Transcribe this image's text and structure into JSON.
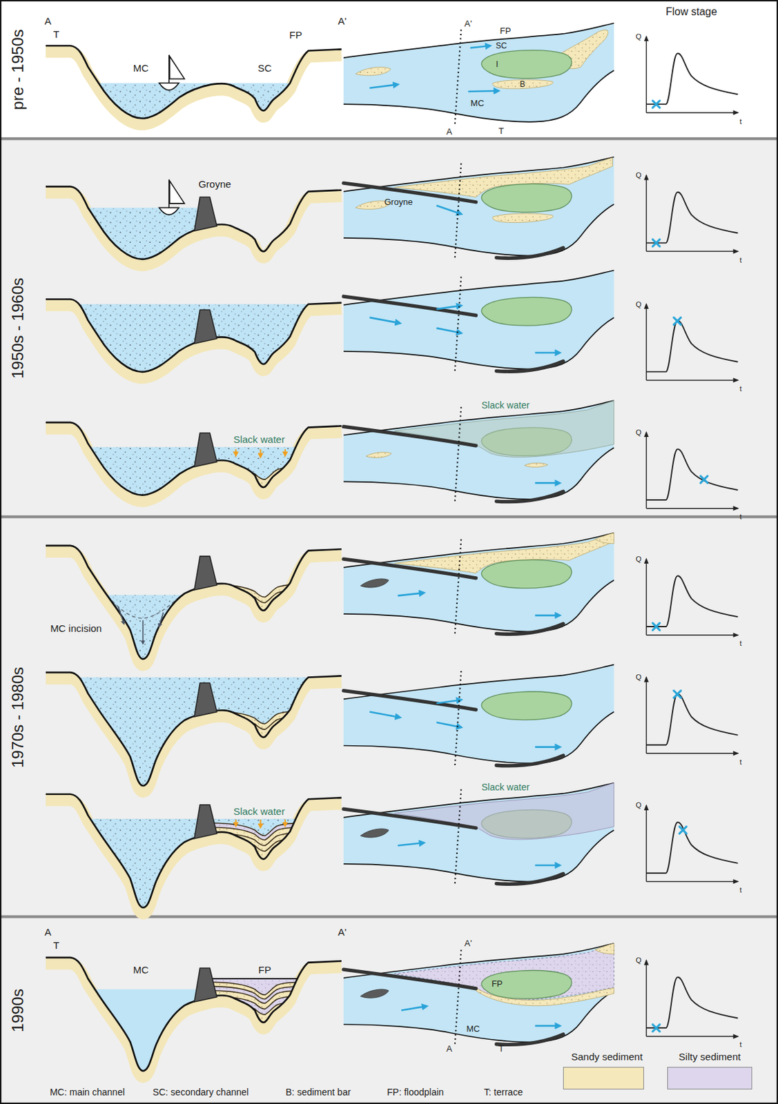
{
  "diagram": {
    "nodes": [
      {
        "text": [
          "pre - 1950s"
        ]
      },
      {
        "text": [
          "1950s - 1960s"
        ]
      },
      {
        "text": [
          "1970s - 1980s"
        ]
      },
      {
        "text": [
          "1990s"
        ]
      }
    ],
    "labels": [
      "A",
      "T",
      "A'",
      "Flow stage",
      "MC",
      "SC",
      "FP",
      "A'",
      "FP",
      "SC",
      "I",
      "MC",
      "B",
      "T",
      "A",
      "Groyne",
      "Groyne",
      "Slack water",
      "Slack water",
      "MC incision",
      "Slack water",
      "Slack water",
      "A",
      "T",
      "MC",
      "FP",
      "A'",
      "A'",
      "FP",
      "MC",
      "A",
      "T",
      "Q",
      "t",
      "Q",
      "t",
      "Q",
      "t",
      "Q",
      "t",
      "Q",
      "t",
      "Q",
      "t",
      "Q",
      "t",
      "Q",
      "t",
      "MC: main channel",
      "SC: secondary channel",
      "B: sediment bar",
      "FP: floodplain",
      "T: terrace"
    ],
    "legend": [
      {
        "text": "Sandy sediment",
        "color": "#f5e8bb"
      },
      {
        "text": "Silty sediment",
        "color": "#ddd6ec"
      }
    ]
  }
}
